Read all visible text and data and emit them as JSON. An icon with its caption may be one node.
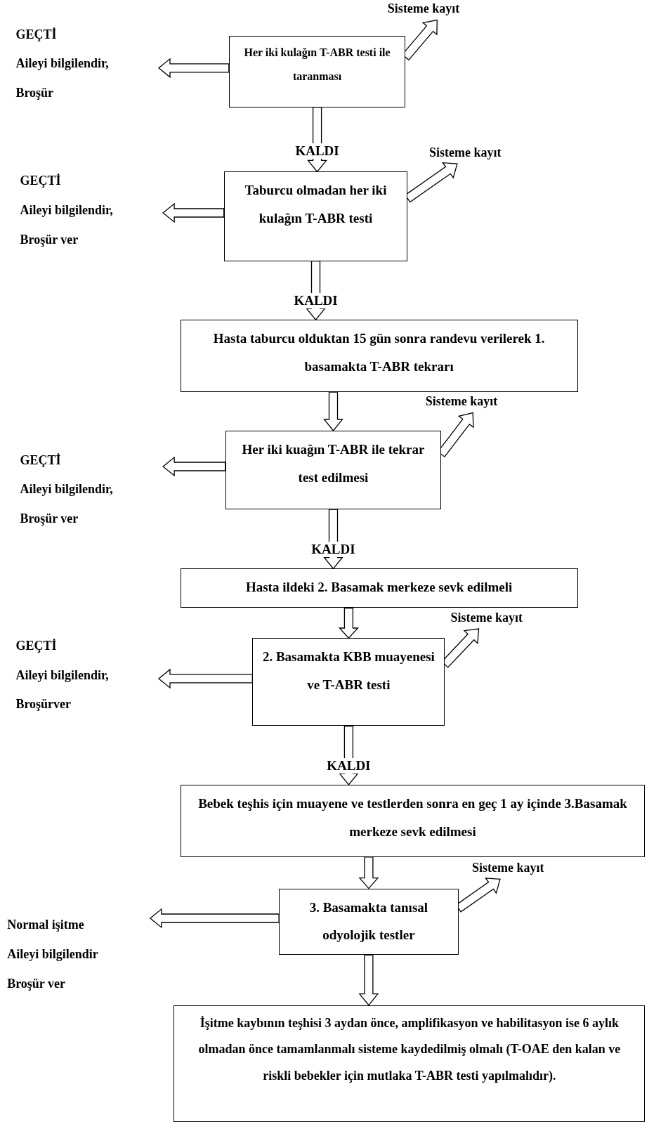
{
  "diagram": {
    "nodes": [
      {
        "text": [
          "Sisteme kayıt"
        ]
      },
      {
        "text": [
          "GEÇTİ",
          "Aileyi bilgilendir,",
          "Broşür"
        ]
      },
      {
        "text": [
          "Her iki kulağın T-ABR testi ile taranması"
        ]
      },
      {
        "text": [
          "Sisteme kayıt"
        ]
      },
      {
        "text": [
          "GEÇTİ",
          "Aileyi bilgilendir,",
          "Broşür ver"
        ]
      },
      {
        "text": [
          "Taburcu olmadan her iki kulağın T-ABR testi"
        ]
      },
      {
        "text": [
          "Hasta taburcu olduktan 15 gün sonra  randevu verilerek 1. basamakta T-ABR tekrarı"
        ]
      },
      {
        "text": [
          "Sisteme kayıt"
        ]
      },
      {
        "text": [
          "GEÇTİ",
          "Aileyi bilgilendir,",
          "Broşür  ver"
        ]
      },
      {
        "text": [
          "Her iki kuağın T-ABR ile tekrar test edilmesi"
        ]
      },
      {
        "text": [
          "Hasta ildeki 2. Basamak merkeze  sevk edilmeli"
        ]
      },
      {
        "text": [
          "Sisteme kayıt"
        ]
      },
      {
        "text": [
          "GEÇTİ",
          "Aileyi bilgilendir,",
          "Broşürver"
        ]
      },
      {
        "text": [
          "2. Basamakta KBB muayenesi ve T-ABR testi"
        ]
      },
      {
        "text": [
          "Bebek teşhis için muayene ve testlerden sonra en geç 1 ay içinde 3.Basamak merkeze sevk edilmesi"
        ]
      },
      {
        "text": [
          "Sisteme kayıt"
        ]
      },
      {
        "text": [
          "Normal işitme",
          "Aileyi bilgilendir",
          "Broşür ver"
        ]
      },
      {
        "text": [
          "3. Basamakta tanısal odyolojik testler"
        ]
      },
      {
        "text": [
          "İşitme kaybının teşhisi 3 aydan önce, amplifikasyon ve habilitasyon ise 6 aylık olmadan önce tamamlanmalı sisteme kaydedilmiş olmalı (T-OAE den kalan ve riskli bebekler için mutlaka T-ABR testi yapılmalıdır)."
        ]
      }
    ],
    "edges": [
      {
        "from": 2,
        "to": 1,
        "arrow": "to"
      },
      {
        "from": 2,
        "to": 0,
        "arrow": "to"
      },
      {
        "from": 2,
        "to": 5,
        "arrow": "to",
        "label": "KALDI"
      },
      {
        "from": 5,
        "to": 4,
        "arrow": "to"
      },
      {
        "from": 5,
        "to": 3,
        "arrow": "to"
      },
      {
        "from": 5,
        "to": 6,
        "arrow": "to",
        "label": "KALDI"
      },
      {
        "from": 6,
        "to": 9,
        "arrow": "to"
      },
      {
        "from": 9,
        "to": 8,
        "arrow": "to"
      },
      {
        "from": 9,
        "to": 7,
        "arrow": "to"
      },
      {
        "from": 9,
        "to": 10,
        "arrow": "to",
        "label": "KALDI"
      },
      {
        "from": 10,
        "to": 13,
        "arrow": "to"
      },
      {
        "from": 13,
        "to": 12,
        "arrow": "to"
      },
      {
        "from": 13,
        "to": 11,
        "arrow": "to"
      },
      {
        "from": 13,
        "to": 14,
        "arrow": "to",
        "label": "KALDI"
      },
      {
        "from": 14,
        "to": 17,
        "arrow": "to"
      },
      {
        "from": 17,
        "to": 16,
        "arrow": "to"
      },
      {
        "from": 17,
        "to": 15,
        "arrow": "to"
      },
      {
        "from": 17,
        "to": 18,
        "arrow": "to"
      }
    ]
  }
}
